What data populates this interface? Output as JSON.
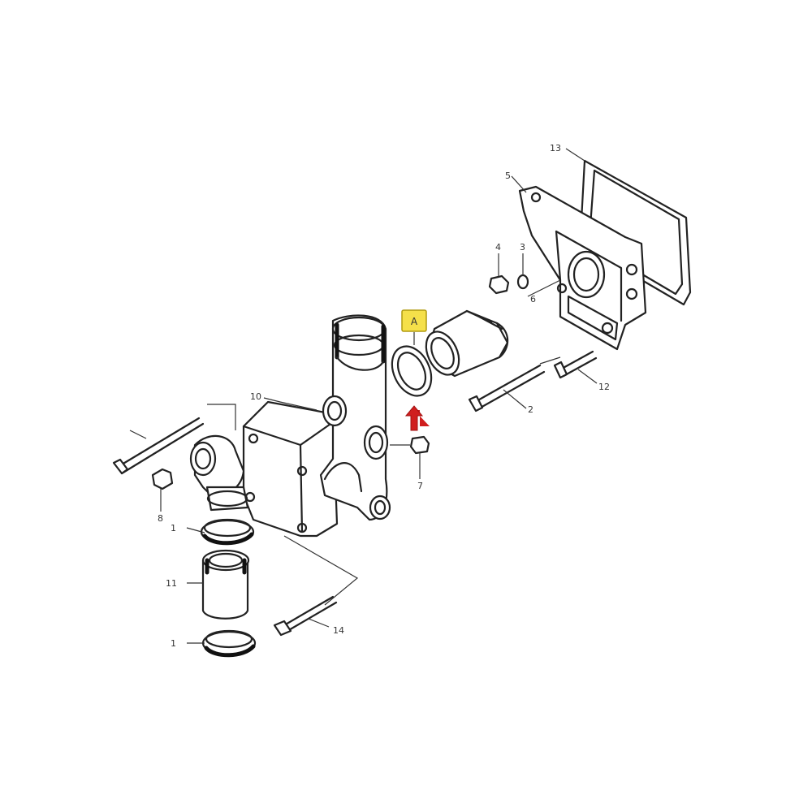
{
  "colors": {
    "highlight_fill": "#f5e04a",
    "highlight_border": "#b09a10",
    "arrow": "#d01e1e",
    "line": "#222222"
  },
  "highlight": {
    "label": "A"
  },
  "callouts": {
    "c1_upper": "1",
    "c1_lower": "1",
    "c2": "2",
    "c3": "3",
    "c4": "4",
    "c5": "5",
    "c6": "6",
    "c7": "7",
    "c8": "8",
    "c10": "10",
    "c11": "11",
    "c12": "12",
    "c13": "13",
    "c14": "14"
  },
  "icons": {
    "pointer": "red-up-arrow"
  }
}
